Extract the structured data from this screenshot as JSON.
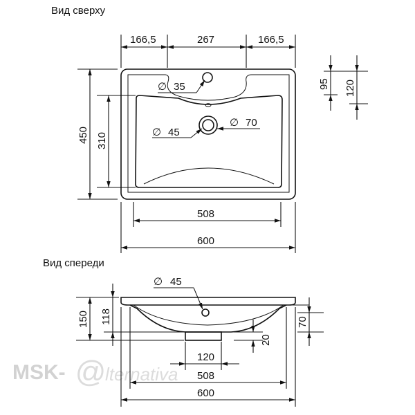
{
  "views": {
    "top_title": "Вид сверху",
    "front_title": "Вид спереди"
  },
  "top_dims": {
    "left_offset": "166,5",
    "center_span": "267",
    "right_offset": "166,5",
    "depth_total": "450",
    "depth_bowl": "310",
    "side_95": "95",
    "side_120": "120",
    "bowl_width": "508",
    "total_width": "600",
    "tap_hole_label": "35",
    "drain_label": "45",
    "overflow_label": "70"
  },
  "front_dims": {
    "hole_label": "45",
    "height_total": "150",
    "height_bowl": "118",
    "height_right": "70",
    "drain_height": "20",
    "drain_width": "120",
    "bowl_width": "508",
    "total_width": "600"
  },
  "symbols": {
    "diameter": "∅"
  },
  "watermark": {
    "brand_left": "MSK-",
    "brand_at": "@",
    "brand_right": "lternativa"
  }
}
